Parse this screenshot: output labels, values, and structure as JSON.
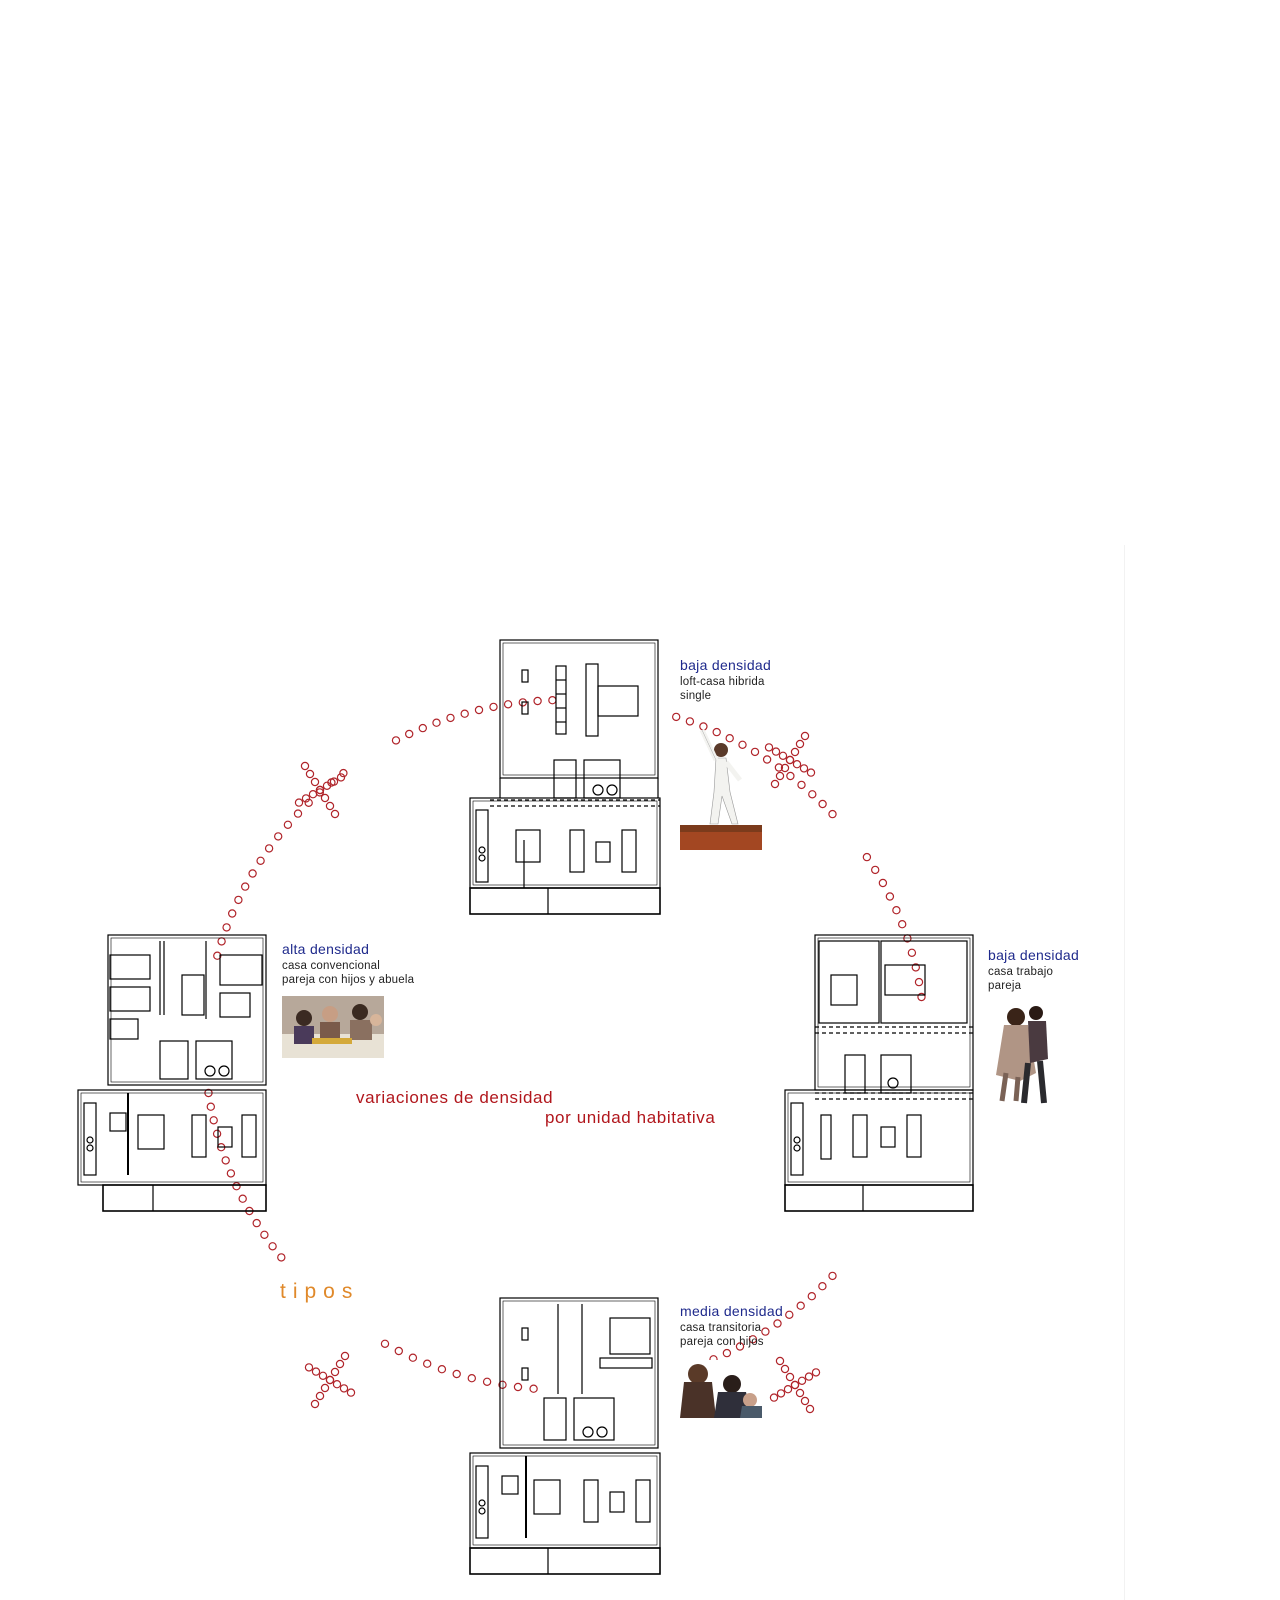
{
  "colors": {
    "circle_dots": "#b0242a",
    "title_blue": "#1f2a8c",
    "subtitle": "#222222",
    "center_red": "#b1161c",
    "tipos_orange": "#e0892a",
    "plan_lines": "#000000"
  },
  "center": {
    "line1": "variaciones de densidad",
    "line2": "por unidad habitativa"
  },
  "tipos": "tipos",
  "units": {
    "top": {
      "title": "baja densidad",
      "sub1": "loft-casa hibrida",
      "sub2": "single"
    },
    "left": {
      "title": "alta densidad",
      "sub1": "casa convencional",
      "sub2": "pareja con hijos y abuela"
    },
    "right": {
      "title": "baja densidad",
      "sub1": "casa trabajo",
      "sub2": "pareja"
    },
    "bottom": {
      "title": "media densidad",
      "sub1": "casa transitoria",
      "sub2": "pareja con hijos"
    }
  }
}
